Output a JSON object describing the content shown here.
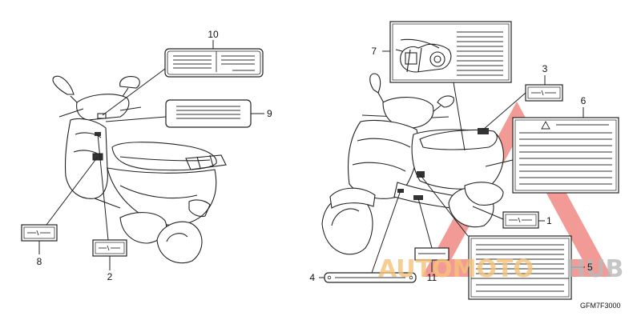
{
  "diagram": {
    "part_code": "GFM7F3000",
    "callouts": [
      {
        "id": "1",
        "text": "1"
      },
      {
        "id": "2",
        "text": "2"
      },
      {
        "id": "4",
        "text": "4"
      },
      {
        "id": "3",
        "text": "3"
      },
      {
        "id": "5",
        "text": "5"
      },
      {
        "id": "6",
        "text": "6"
      },
      {
        "id": "7",
        "text": "7"
      },
      {
        "id": "8",
        "text": "8"
      },
      {
        "id": "9",
        "text": "9"
      },
      {
        "id": "10",
        "text": "10"
      },
      {
        "id": "11",
        "text": "11"
      }
    ]
  },
  "watermark": {
    "text_a": "AUTOMOTO",
    "text_b": "HUB",
    "color_a": "#f5c27a",
    "color_b": "#b9b9b9",
    "triangle_color": "#f08a84"
  }
}
